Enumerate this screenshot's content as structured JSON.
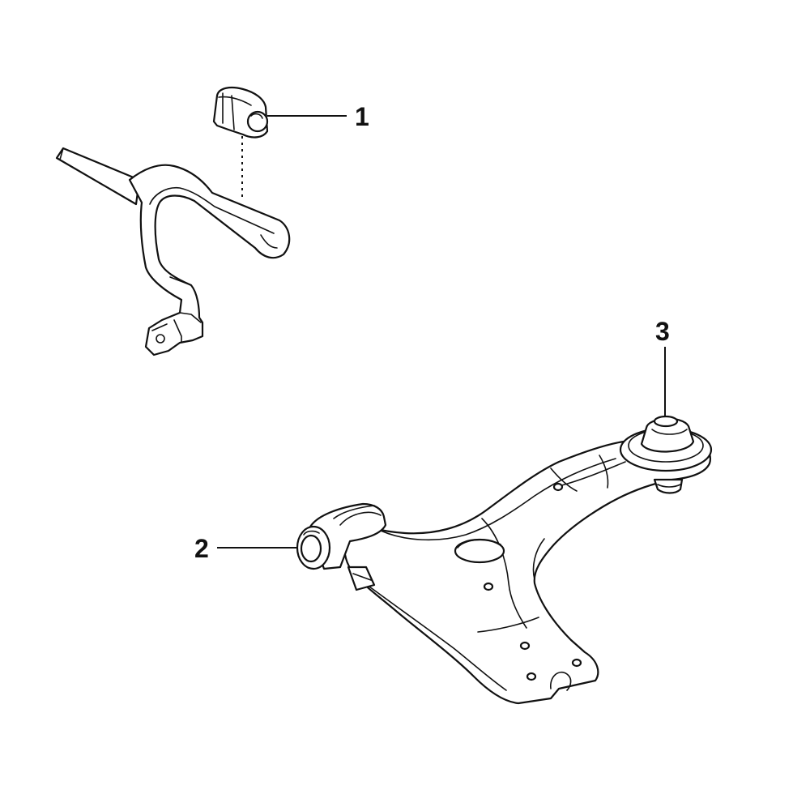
{
  "callouts": [
    {
      "label": "1",
      "part": "stabilizer-bar-bushing"
    },
    {
      "label": "2",
      "part": "front-control-arm-bushing"
    },
    {
      "label": "3",
      "part": "rear-control-arm-bushing"
    }
  ],
  "colors": {
    "ink": "#111111",
    "paper": "#ffffff"
  }
}
